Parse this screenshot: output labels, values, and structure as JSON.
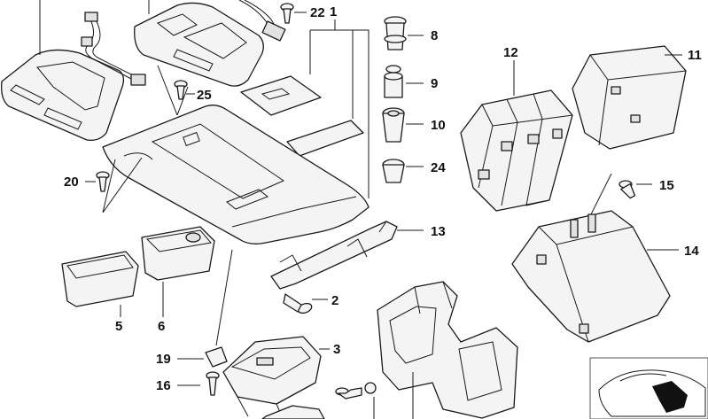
{
  "callouts": {
    "c1": "1",
    "c2": "2",
    "c3": "3",
    "c5": "5",
    "c6": "6",
    "c8": "8",
    "c9": "9",
    "c10": "10",
    "c11": "11",
    "c12": "12",
    "c13": "13",
    "c14": "14",
    "c15": "15",
    "c16": "16",
    "c19": "19",
    "c20": "20",
    "c22": "22",
    "c24": "24",
    "c25": "25"
  },
  "colors": {
    "line": "#1a1a1a",
    "fill": "#f4f4f4",
    "inset_accent": "#111111"
  }
}
